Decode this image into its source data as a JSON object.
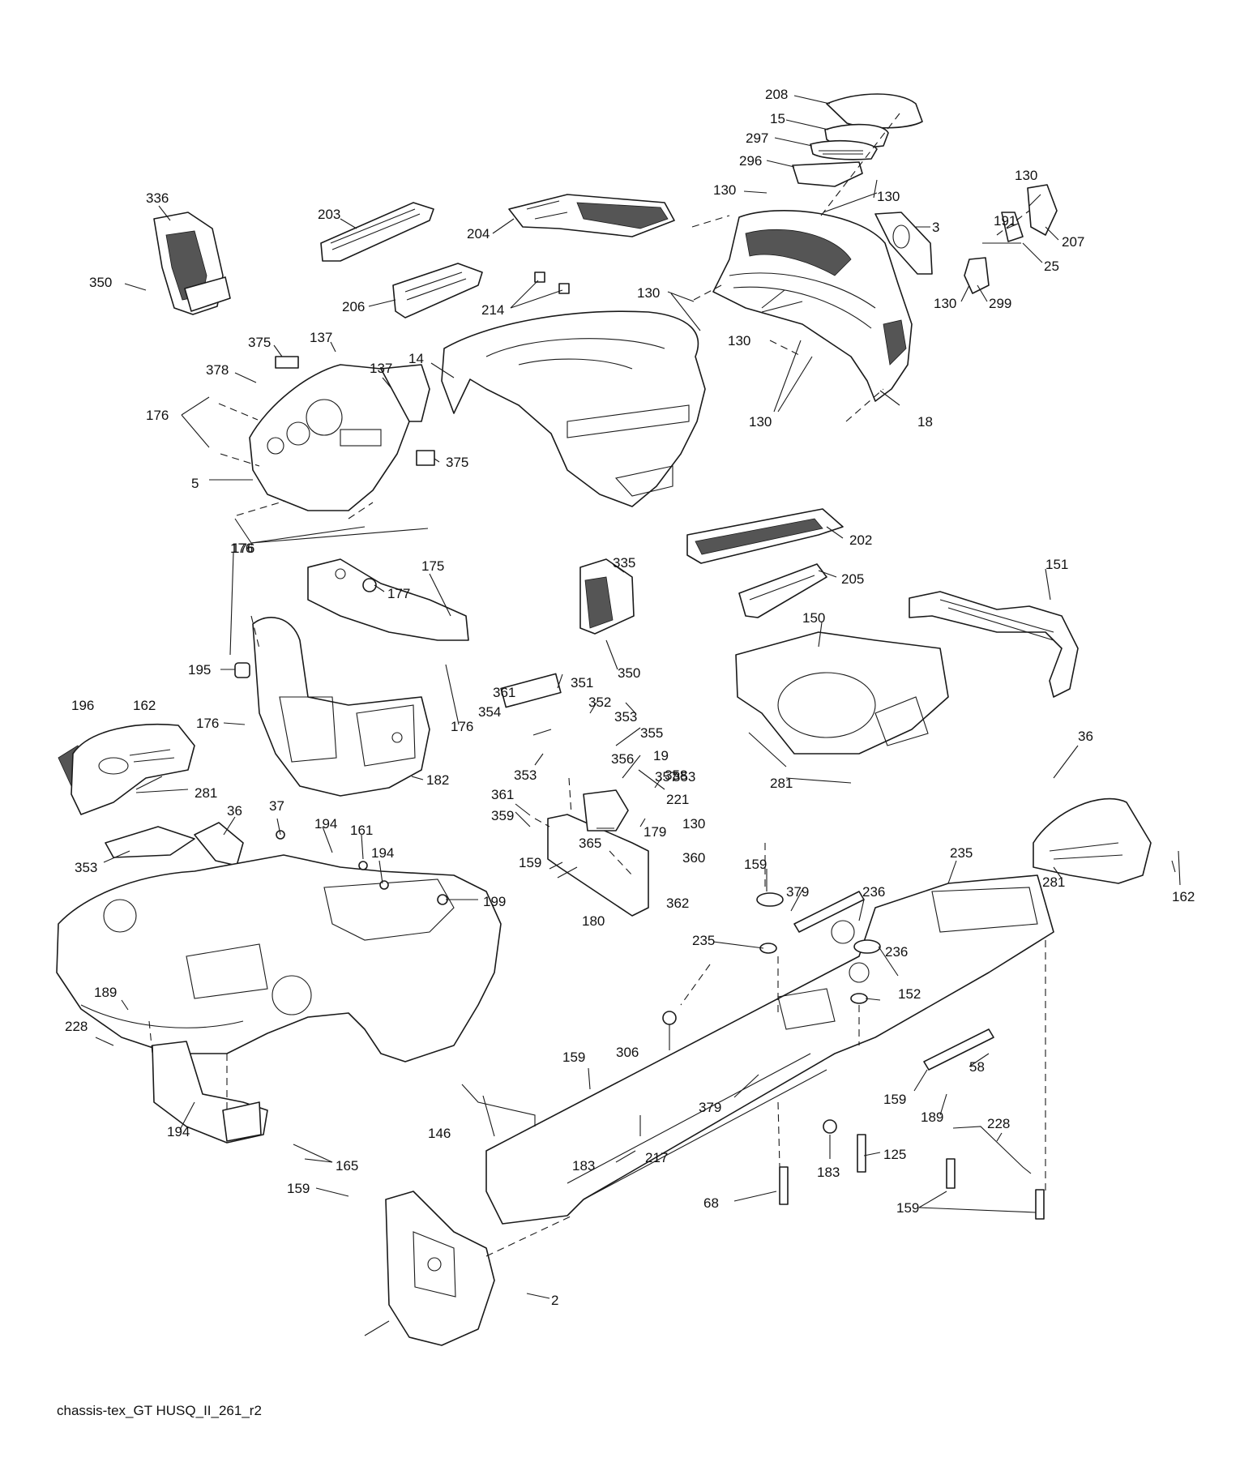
{
  "caption": "chassis-tex_GT HUSQ_II_261_r2",
  "callouts": [
    "208",
    "15",
    "297",
    "296",
    "130",
    "130",
    "130",
    "207",
    "191",
    "3",
    "25",
    "130",
    "299",
    "336",
    "203",
    "204",
    "350",
    "206",
    "214",
    "130",
    "130",
    "130",
    "18",
    "375",
    "137",
    "137",
    "378",
    "14",
    "176",
    "375",
    "5",
    "176",
    "202",
    "205",
    "176",
    "175",
    "177",
    "335",
    "151",
    "350",
    "150",
    "195",
    "176",
    "176",
    "182",
    "361",
    "351",
    "352",
    "354",
    "353",
    "355",
    "356",
    "353",
    "19",
    "357",
    "358",
    "353",
    "221",
    "196",
    "162",
    "281",
    "361",
    "359",
    "365",
    "179",
    "130",
    "281",
    "36",
    "37",
    "194",
    "161",
    "36",
    "194",
    "199",
    "353",
    "360",
    "159",
    "362",
    "180",
    "235",
    "159",
    "379",
    "236",
    "235",
    "236",
    "152",
    "281",
    "162",
    "189",
    "228",
    "306",
    "159",
    "58",
    "194",
    "379",
    "159",
    "189",
    "165",
    "146",
    "217",
    "228",
    "183",
    "125",
    "183",
    "68",
    "159",
    "159",
    "2"
  ]
}
